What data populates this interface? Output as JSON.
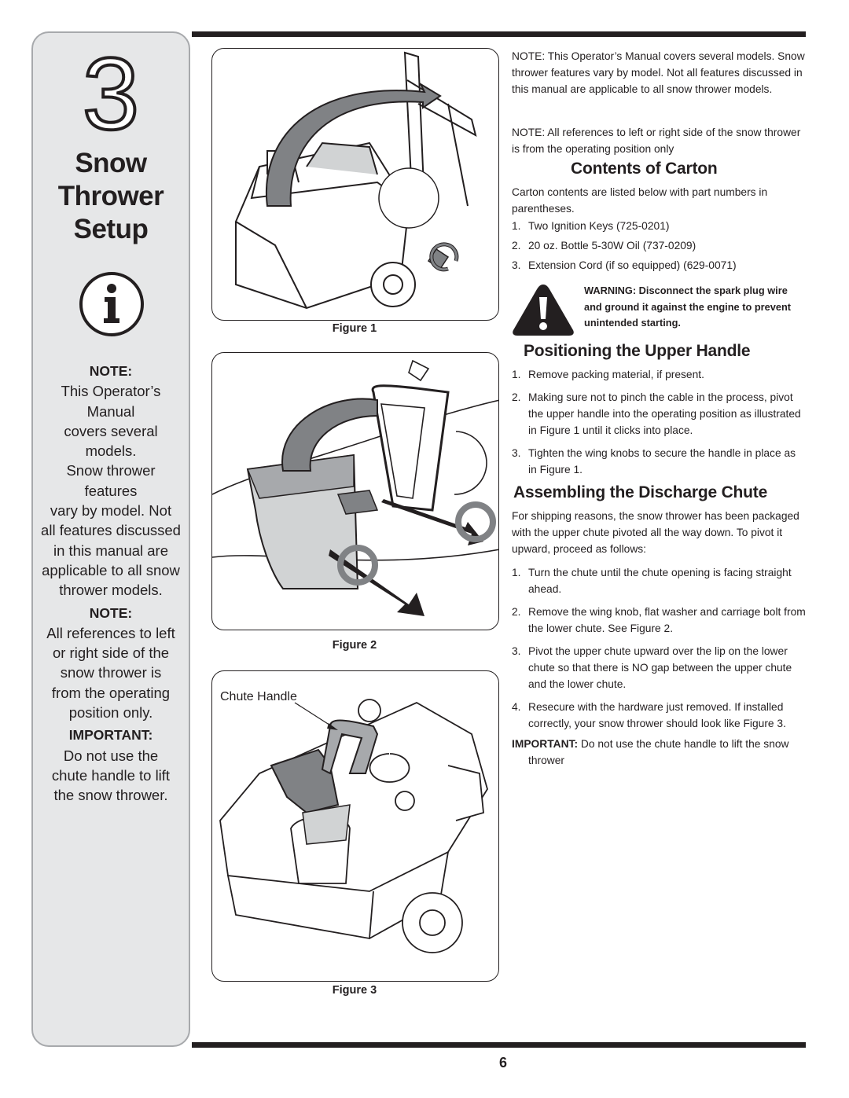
{
  "sidebar": {
    "chapter_number": "3",
    "title_line1": "Snow",
    "title_line2": "Thrower",
    "title_line3": "Setup",
    "note1_heading": "NOTE:",
    "note1_lines": [
      "This Operator’s Manual",
      "covers several models.",
      "Snow thrower features",
      "vary by model. Not",
      "all features discussed",
      "in this manual are",
      "applicable to all snow",
      "thrower models."
    ],
    "note2_heading": "NOTE:",
    "note2_lines": [
      "All references to left",
      "or right side of the",
      "snow thrower is",
      "from the operating",
      "position only."
    ],
    "important_heading": "IMPORTANT:",
    "important_lines": [
      "Do not use the",
      "chute handle to lift",
      "the snow thrower."
    ]
  },
  "figures": {
    "fig1_caption": "Figure 1",
    "fig2_caption": "Figure 2",
    "fig3_caption": "Figure 3",
    "fig3_label": "Chute Handle"
  },
  "right": {
    "note1": "NOTE:  This Operator’s Manual covers several models. Snow thrower features vary by model. Not all features discussed in this manual are applicable to all snow thrower models.",
    "note2": "NOTE:  All references to left or right side of the snow thrower is from the operating position only",
    "contents_heading": "Contents of Carton",
    "contents_intro": "Carton contents are listed below with part numbers in parentheses.",
    "contents_items": [
      {
        "num": "1.",
        "text": "Two Ignition Keys (725-0201)"
      },
      {
        "num": "2.",
        "text": "20 oz. Bottle 5-30W Oil (737-0209)"
      },
      {
        "num": "3.",
        "text": "Extension Cord (if so equipped) (629-0071)"
      }
    ],
    "warning_text": "WARNING:  Disconnect the spark plug wire and ground it against the engine to prevent unintended starting.",
    "handle_heading": "Positioning the Upper Handle",
    "handle_items": [
      {
        "num": "1.",
        "text": "Remove packing material, if present."
      },
      {
        "num": "2.",
        "text": "Making sure not to pinch the cable in the process, pivot the upper handle into the operating position as illustrated in Figure 1 until it clicks into place."
      },
      {
        "num": "3.",
        "text": "Tighten the wing knobs to secure the handle in place as in Figure 1."
      }
    ],
    "chute_heading": "Assembling the Discharge Chute",
    "chute_intro": "For shipping reasons, the snow thrower has been packaged with the upper chute pivoted all the way down. To pivot it upward, proceed as follows:",
    "chute_items": [
      {
        "num": "1.",
        "text": "Turn the chute until the chute opening is facing straight ahead."
      },
      {
        "num": "2.",
        "text": "Remove the wing knob, flat washer and carriage bolt from the lower chute.  See Figure 2."
      },
      {
        "num": "3.",
        "text": "Pivot the upper chute upward over the lip on the lower chute so that there is NO gap between the upper chute and the lower chute."
      },
      {
        "num": "4.",
        "text": "Resecure with the hardware just removed.  If installed correctly, your snow thrower should look like Figure 3."
      }
    ],
    "important_label": "IMPORTANT:",
    "important_text": " Do not use the chute handle to lift the snow thrower"
  },
  "page_number": "6"
}
